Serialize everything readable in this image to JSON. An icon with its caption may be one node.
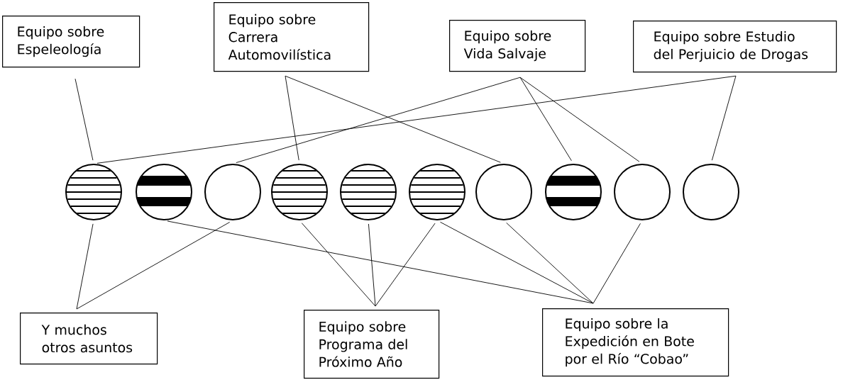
{
  "diagram": {
    "nodes": [
      {
        "text": [
          "Equipo sobre Espeleología"
        ]
      },
      {
        "text": [
          "Equipo sobre Carrera Automovilística"
        ]
      },
      {
        "text": [
          "Equipo sobre Vida Salvaje"
        ]
      },
      {
        "text": [
          "Equipo sobre Estudio del Perjuicio de Drogas"
        ]
      },
      {
        "text": [],
        "shape": "circle"
      },
      {
        "text": [],
        "shape": "circle"
      },
      {
        "text": [],
        "shape": "circle"
      },
      {
        "text": [],
        "shape": "circle"
      },
      {
        "text": [],
        "shape": "circle"
      },
      {
        "text": [],
        "shape": "circle"
      },
      {
        "text": [],
        "shape": "circle"
      },
      {
        "text": [],
        "shape": "circle"
      },
      {
        "text": [],
        "shape": "circle"
      },
      {
        "text": [],
        "shape": "circle"
      },
      {
        "text": [
          "Y muchos otros asuntos"
        ]
      },
      {
        "text": [
          "Equipo sobre Programa del Próximo Año"
        ]
      },
      {
        "text": [
          "Equipo sobre la Expedición en Bote por el Río “Cobao”"
        ]
      }
    ],
    "edges": [
      {
        "from": 0,
        "to": 4,
        "arrow": "none"
      },
      {
        "from": 1,
        "to": 7,
        "arrow": "none"
      },
      {
        "from": 1,
        "to": 10,
        "arrow": "none"
      },
      {
        "from": 2,
        "to": 6,
        "arrow": "none"
      },
      {
        "from": 2,
        "to": 11,
        "arrow": "none"
      },
      {
        "from": 2,
        "to": 12,
        "arrow": "none"
      },
      {
        "from": 3,
        "to": 4,
        "arrow": "none"
      },
      {
        "from": 3,
        "to": 13,
        "arrow": "none"
      },
      {
        "from": 14,
        "to": 4,
        "arrow": "none"
      },
      {
        "from": 14,
        "to": 6,
        "arrow": "none"
      },
      {
        "from": 15,
        "to": 7,
        "arrow": "none"
      },
      {
        "from": 15,
        "to": 8,
        "arrow": "none"
      },
      {
        "from": 15,
        "to": 9,
        "arrow": "none"
      },
      {
        "from": 16,
        "to": 5,
        "arrow": "none"
      },
      {
        "from": 16,
        "to": 9,
        "arrow": "none"
      },
      {
        "from": 16,
        "to": 10,
        "arrow": "none"
      },
      {
        "from": 16,
        "to": 12,
        "arrow": "none"
      }
    ]
  }
}
